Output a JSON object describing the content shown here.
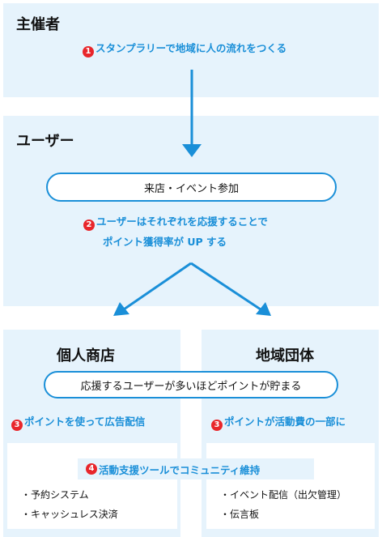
{
  "organizer": {
    "title": "主催者",
    "step1": {
      "num": "1",
      "text": "スタンプラリーで地域に人の流れをつくる"
    }
  },
  "user": {
    "title": "ユーザー",
    "pill": "来店・イベント参加",
    "step2": {
      "num": "2",
      "line1": "ユーザーはそれぞれを応援することで",
      "line2": "ポイント獲得率が UP する"
    }
  },
  "shop": {
    "title": "個人商店",
    "step3": {
      "num": "3",
      "text": "ポイントを使って広告配信"
    },
    "items": [
      "・予約システム",
      "・キャッシュレス決済"
    ]
  },
  "community": {
    "title": "地域団体",
    "step3": {
      "num": "3",
      "text": "ポイントが活動費の一部に"
    },
    "items": [
      "・イベント配信（出欠管理）",
      "・伝言板"
    ]
  },
  "shared": {
    "points_pill": "応援するユーザーが多いほどポイントが貯まる",
    "step4": {
      "num": "4",
      "text": "活動支援ツールでコミュニティ維持"
    }
  },
  "colors": {
    "panel": "#e6f3fc",
    "accent": "#1a8fd8",
    "badge": "#e8262b"
  }
}
